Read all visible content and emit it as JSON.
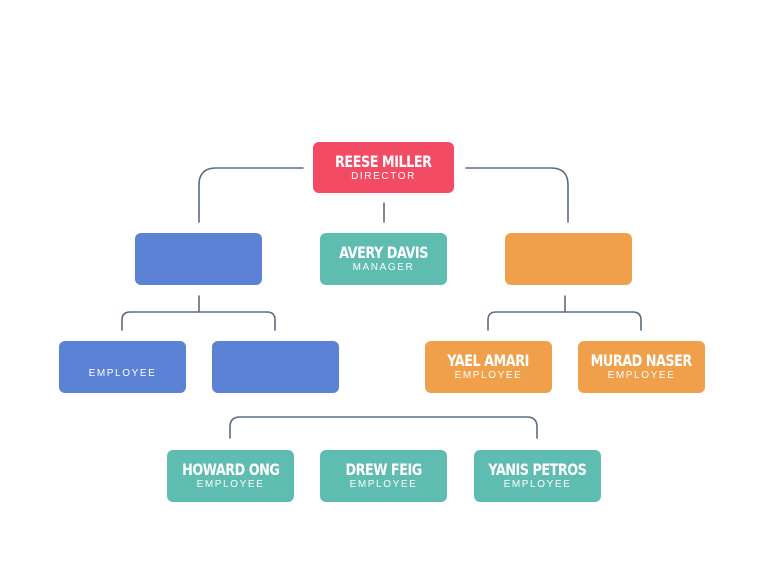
{
  "colors": {
    "director": "#f24b63",
    "manager": "#5fbcb0",
    "blue": "#5b82d4",
    "orange": "#f0a04b",
    "line": "#5a6c82"
  },
  "nodes": {
    "director": {
      "name": "REESE MILLER",
      "role": "DIRECTOR"
    },
    "manager": {
      "name": "AVERY DAVIS",
      "role": "MANAGER"
    },
    "blue_lead": {
      "name": "",
      "role": ""
    },
    "orange_lead": {
      "name": "",
      "role": ""
    },
    "blue_emp_1": {
      "name": "",
      "role": "EMPLOYEE"
    },
    "blue_emp_2": {
      "name": "",
      "role": ""
    },
    "yael": {
      "name": "YAEL AMARI",
      "role": "EMPLOYEE"
    },
    "murad": {
      "name": "MURAD NASER",
      "role": "EMPLOYEE"
    },
    "howard": {
      "name": "HOWARD ONG",
      "role": "EMPLOYEE"
    },
    "drew": {
      "name": "DREW FEIG",
      "role": "EMPLOYEE"
    },
    "yanis": {
      "name": "YANIS PETROS",
      "role": "EMPLOYEE"
    }
  }
}
